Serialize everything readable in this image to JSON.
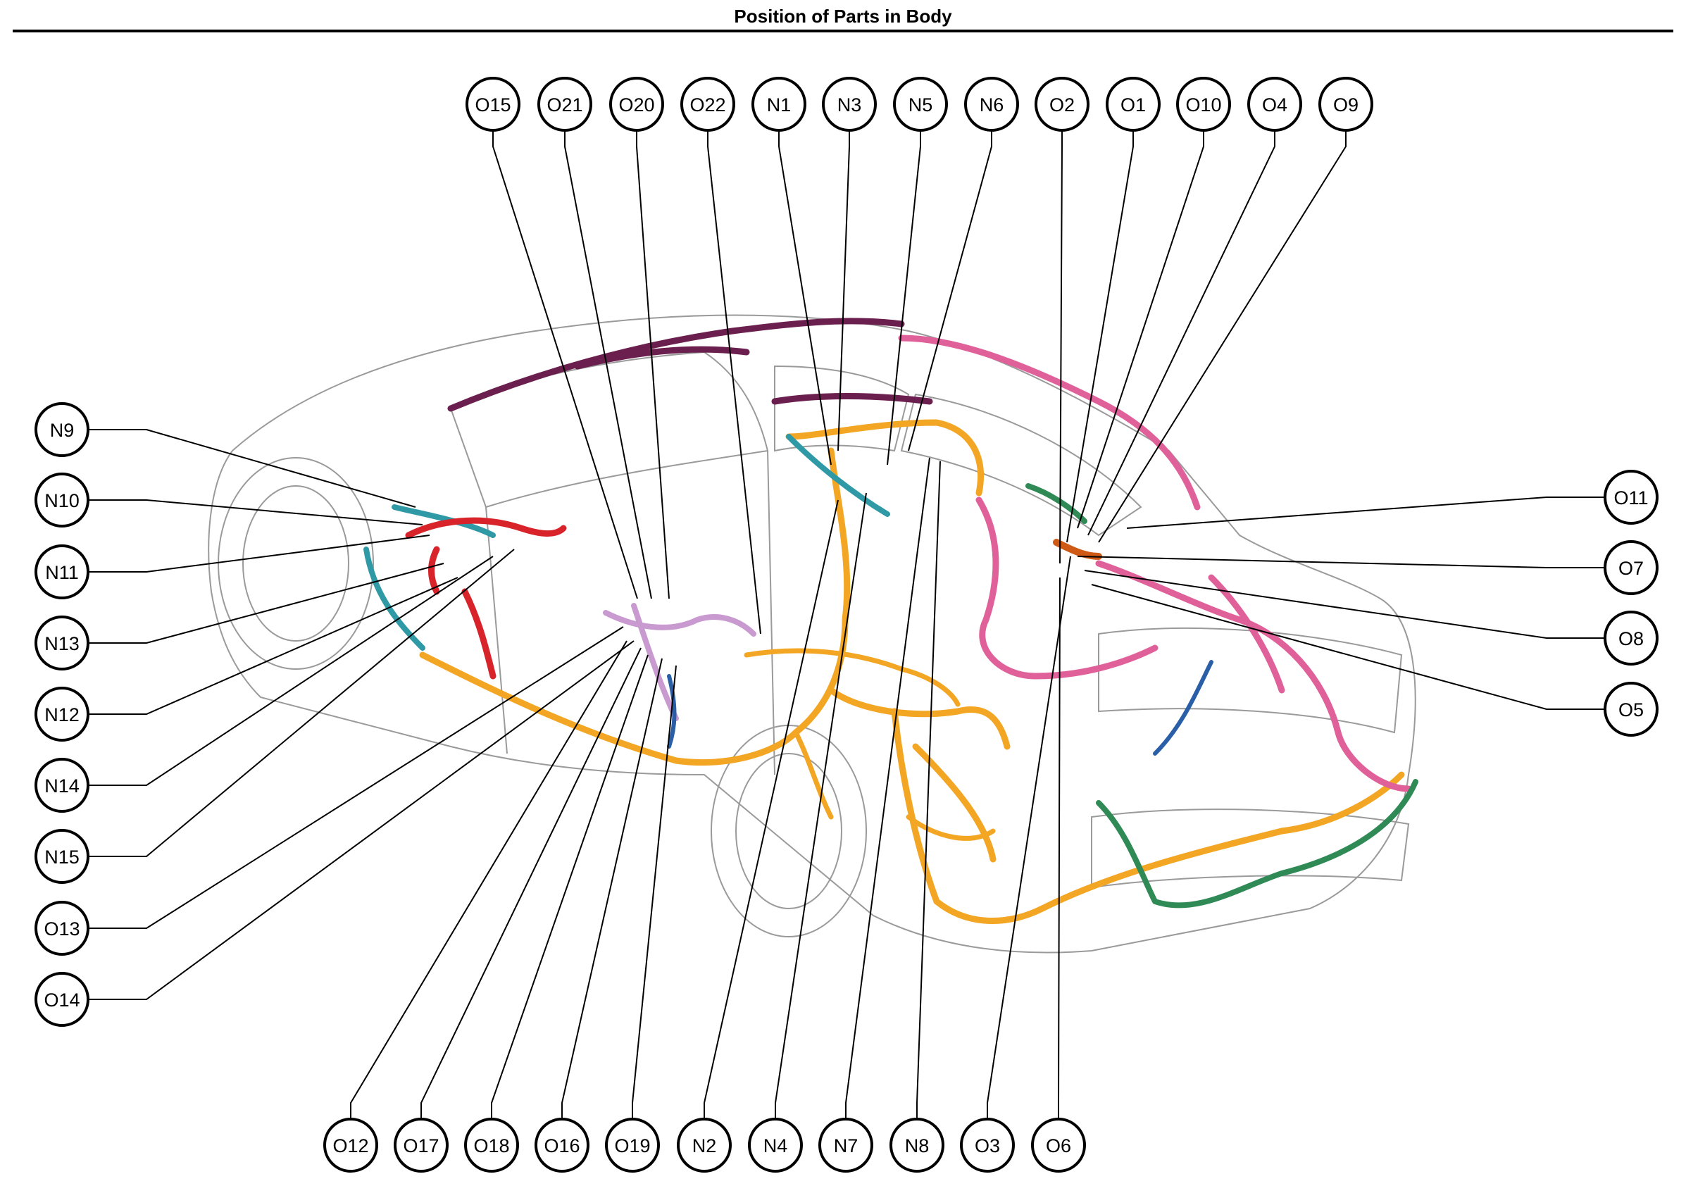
{
  "title": "Position of Parts in Body",
  "callouts": {
    "top": [
      "O15",
      "O21",
      "O20",
      "O22",
      "N1",
      "N3",
      "N5",
      "N6",
      "O2",
      "O1",
      "O10",
      "O4",
      "O9"
    ],
    "left": [
      "N9",
      "N10",
      "N11",
      "N13",
      "N12",
      "N14",
      "N15",
      "O13",
      "O14"
    ],
    "right": [
      "O11",
      "O7",
      "O8",
      "O5"
    ],
    "bottom": [
      "O12",
      "O17",
      "O18",
      "O16",
      "O19",
      "N2",
      "N4",
      "N7",
      "N8",
      "O3",
      "O6"
    ]
  },
  "colors": {
    "outline": "#9a9a9a",
    "harness_orange": "#f2a623",
    "harness_pink": "#e0609a",
    "harness_purple": "#6b1f4e",
    "harness_teal": "#2f9aa6",
    "harness_green": "#2f8a56",
    "harness_red": "#d8232a",
    "harness_lilac": "#c89ad0",
    "harness_blue": "#2a5fa8"
  }
}
